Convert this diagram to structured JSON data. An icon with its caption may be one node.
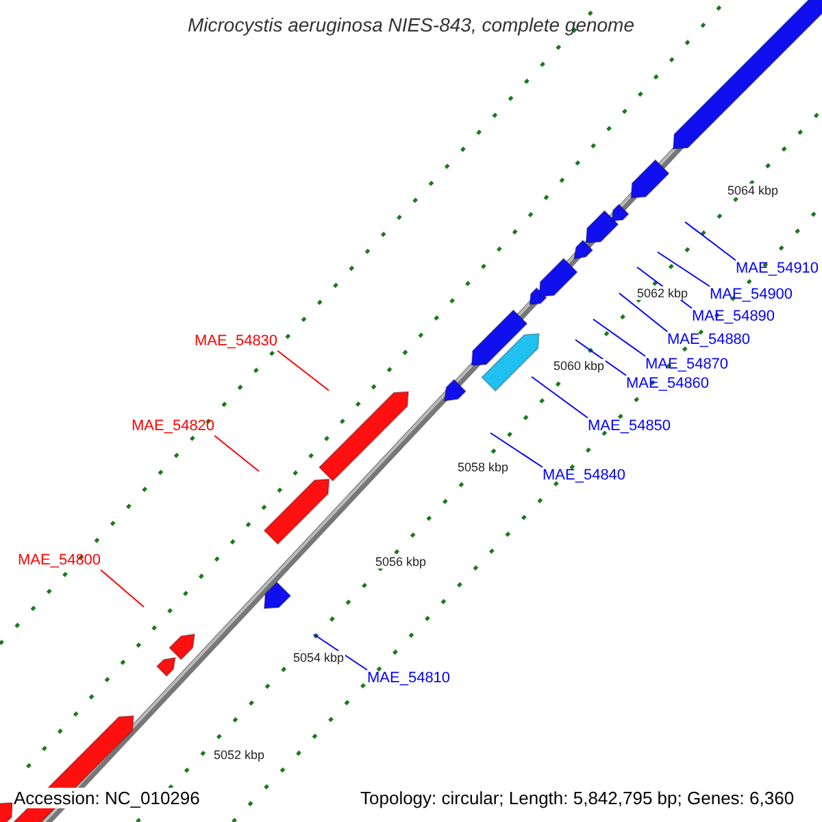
{
  "diagram": {
    "title": "Microcystis aeruginosa NIES-843, complete genome",
    "nodes": [
      {
        "text": [
          "MAE_54830"
        ]
      },
      {
        "text": [
          "MAE_54820"
        ]
      },
      {
        "text": [
          "MAE_54800"
        ]
      },
      {
        "text": [
          "MAE_54810"
        ]
      },
      {
        "text": [
          "MAE_54840"
        ]
      },
      {
        "text": [
          "MAE_54850"
        ]
      },
      {
        "text": [
          "MAE_54860"
        ]
      },
      {
        "text": [
          "MAE_54870"
        ]
      },
      {
        "text": [
          "MAE_54880"
        ]
      },
      {
        "text": [
          "MAE_54890"
        ]
      },
      {
        "text": [
          "MAE_54900"
        ]
      },
      {
        "text": [
          "MAE_54910"
        ]
      }
    ],
    "edges": [
      {
        "from": 0,
        "to": null,
        "arrow": "none",
        "color": "#ff0000"
      },
      {
        "from": 1,
        "to": null,
        "arrow": "none",
        "color": "#ff0000"
      },
      {
        "from": 2,
        "to": null,
        "arrow": "none",
        "color": "#ff0000"
      },
      {
        "from": 3,
        "to": null,
        "arrow": "none"
      },
      {
        "from": 4,
        "to": null,
        "arrow": "none"
      },
      {
        "from": 5,
        "to": null,
        "arrow": "none"
      },
      {
        "from": 6,
        "to": null,
        "arrow": "none"
      },
      {
        "from": 7,
        "to": null,
        "arrow": "none"
      },
      {
        "from": 8,
        "to": null,
        "arrow": "none"
      },
      {
        "from": 9,
        "to": null,
        "arrow": "none"
      },
      {
        "from": 10,
        "to": null,
        "arrow": "none"
      },
      {
        "from": 11,
        "to": null,
        "arrow": "none"
      }
    ],
    "labels": [
      "5064 kbp",
      "5062 kbp",
      "5060 kbp",
      "5058 kbp",
      "5056 kbp",
      "5054 kbp",
      "5052 kbp",
      "Accession: NC_010296",
      "Topology: circular; Length: 5,842,795 bp; Genes: 6,360"
    ]
  }
}
